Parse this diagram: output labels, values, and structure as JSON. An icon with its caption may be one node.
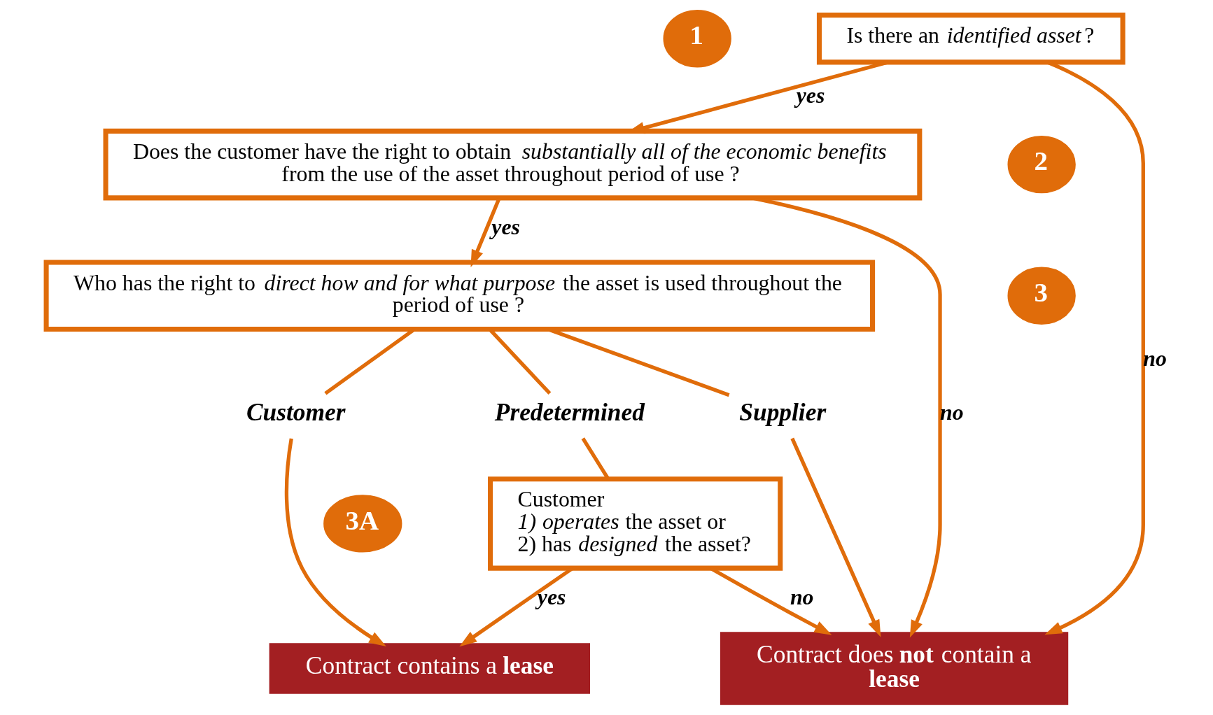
{
  "diagram": {
    "nodes": [
      {
        "text": [
          "1"
        ]
      },
      {
        "text": [
          "Is there an *identified asset*?"
        ]
      },
      {
        "text": [
          "2"
        ]
      },
      {
        "text": [
          "Does the customer have the right to obtain *substantially all of the economic benefits* from the use of the asset throughout period of use ?"
        ]
      },
      {
        "text": [
          "3"
        ]
      },
      {
        "text": [
          "Who has the right to *direct how and for what purpose* the asset is used throughout the period of use ?"
        ]
      },
      {
        "text": [
          "Customer"
        ]
      },
      {
        "text": [
          "Predetermined"
        ]
      },
      {
        "text": [
          "Supplier"
        ]
      },
      {
        "text": [
          "3A"
        ]
      },
      {
        "text": [
          "Customer",
          "*1)* *operates* the asset or",
          "2) has *designed* the asset?"
        ]
      },
      {
        "text": [
          "Contract contains a **lease**"
        ]
      },
      {
        "text": [
          "Contract does **not** contain a **lease**"
        ]
      }
    ],
    "edges": [
      {
        "from": 1,
        "to": 3,
        "arrow": "to",
        "label": "yes"
      },
      {
        "from": 3,
        "to": 5,
        "arrow": "to",
        "label": "yes"
      },
      {
        "from": 1,
        "to": 12,
        "arrow": "to",
        "label": "no"
      },
      {
        "from": 3,
        "to": 12,
        "arrow": "to",
        "label": "no"
      },
      {
        "from": 5,
        "to": 6,
        "arrow": "none"
      },
      {
        "from": 5,
        "to": 7,
        "arrow": "none"
      },
      {
        "from": 5,
        "to": 8,
        "arrow": "none"
      },
      {
        "from": 6,
        "to": 11,
        "arrow": "to"
      },
      {
        "from": 7,
        "to": 10,
        "arrow": "none"
      },
      {
        "from": 10,
        "to": 11,
        "arrow": "to",
        "label": "yes"
      },
      {
        "from": 10,
        "to": 12,
        "arrow": "to",
        "label": "no"
      },
      {
        "from": 8,
        "to": 12,
        "arrow": "to"
      }
    ]
  }
}
